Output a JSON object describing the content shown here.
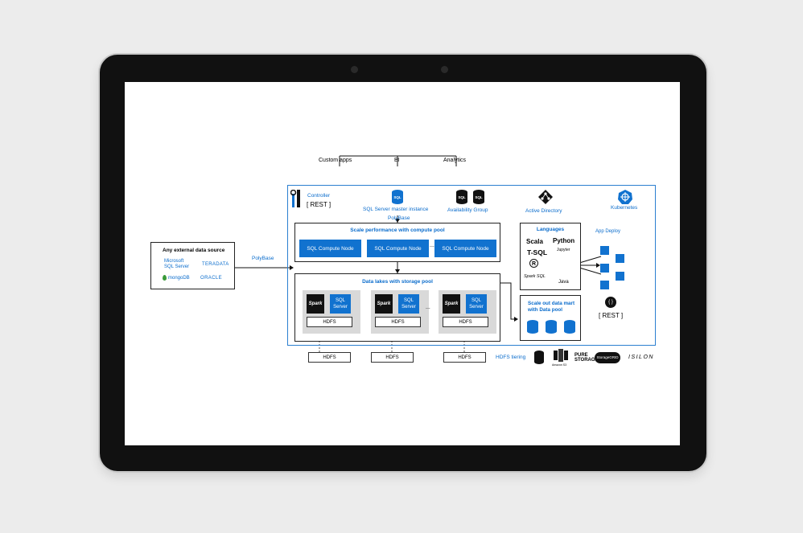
{
  "top": {
    "custom_apps": "Custom apps",
    "bi": "BI",
    "analytics": "Analytics"
  },
  "controller": {
    "label": "Controller",
    "rest": "[ REST ]"
  },
  "master": {
    "label": "SQL Server master instance",
    "polybase": "PolyBase"
  },
  "availability": {
    "label": "Availability Group"
  },
  "active_directory": {
    "label": "Active Directory"
  },
  "kubernetes": {
    "label": "Kubernetes"
  },
  "external": {
    "title": "Any external data source",
    "logos": [
      "Microsoft SQL Server",
      "TERADATA",
      "mongoDB",
      "ORACLE"
    ],
    "polybase": "PolyBase"
  },
  "compute_pool": {
    "title": "Scale performance with compute pool",
    "node": "SQL Compute Node",
    "ellipsis": "..."
  },
  "storage_pool": {
    "title": "Data lakes with storage pool",
    "spark": "Spark",
    "sql": "SQL Server",
    "hdfs": "HDFS",
    "ellipsis": "..."
  },
  "languages": {
    "title": "Languages",
    "items": [
      "Scala",
      "Python",
      "T-SQL",
      "Jupyter",
      "R",
      "Spark SQL",
      "Java"
    ]
  },
  "datamart": {
    "title": "Scale out data mart with Data pool"
  },
  "app_deploy": {
    "label": "App Deploy",
    "rest": "[ REST ]"
  },
  "external_hdfs": {
    "label": "HDFS",
    "tiering": "HDFS tiering"
  },
  "vendors": [
    "Amazon S3",
    "PURE STORAGE",
    "StorageGRID",
    "ISILON"
  ],
  "colors": {
    "accent": "#1172cf",
    "border": "#2b7fd0"
  }
}
